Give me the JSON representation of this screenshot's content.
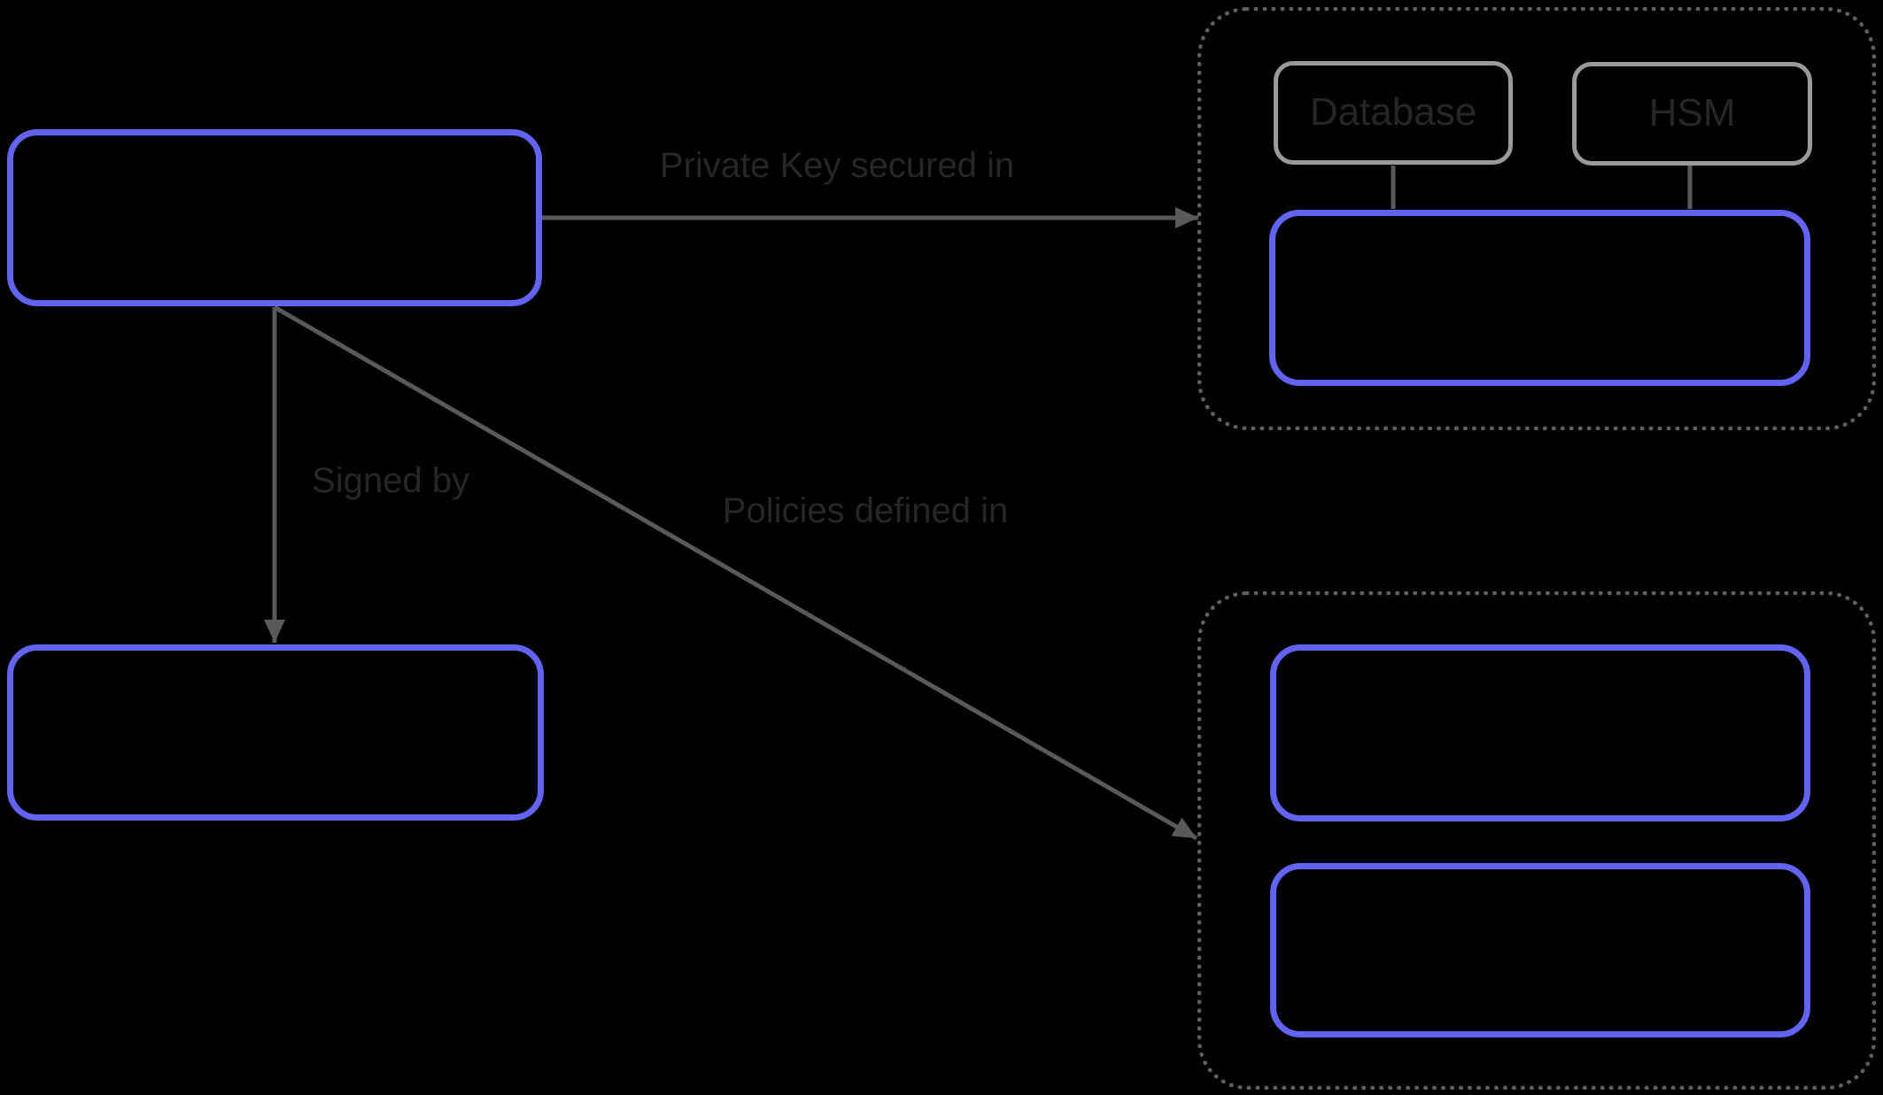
{
  "diagram": {
    "colors": {
      "background": "#000000",
      "accent_blue": "#6363F2",
      "box_gray": "#9A9A9A",
      "dotted_gray": "#5F5F5F",
      "arrow_gray": "#595959",
      "text_dark": "#262626"
    },
    "storage_group": {
      "database_label": "Database",
      "hsm_label": "HSM"
    },
    "edges": {
      "private_key": {
        "label": "Private Key secured in"
      },
      "signed_by": {
        "label": "Signed by"
      },
      "policies": {
        "label": "Policies defined in"
      }
    }
  }
}
